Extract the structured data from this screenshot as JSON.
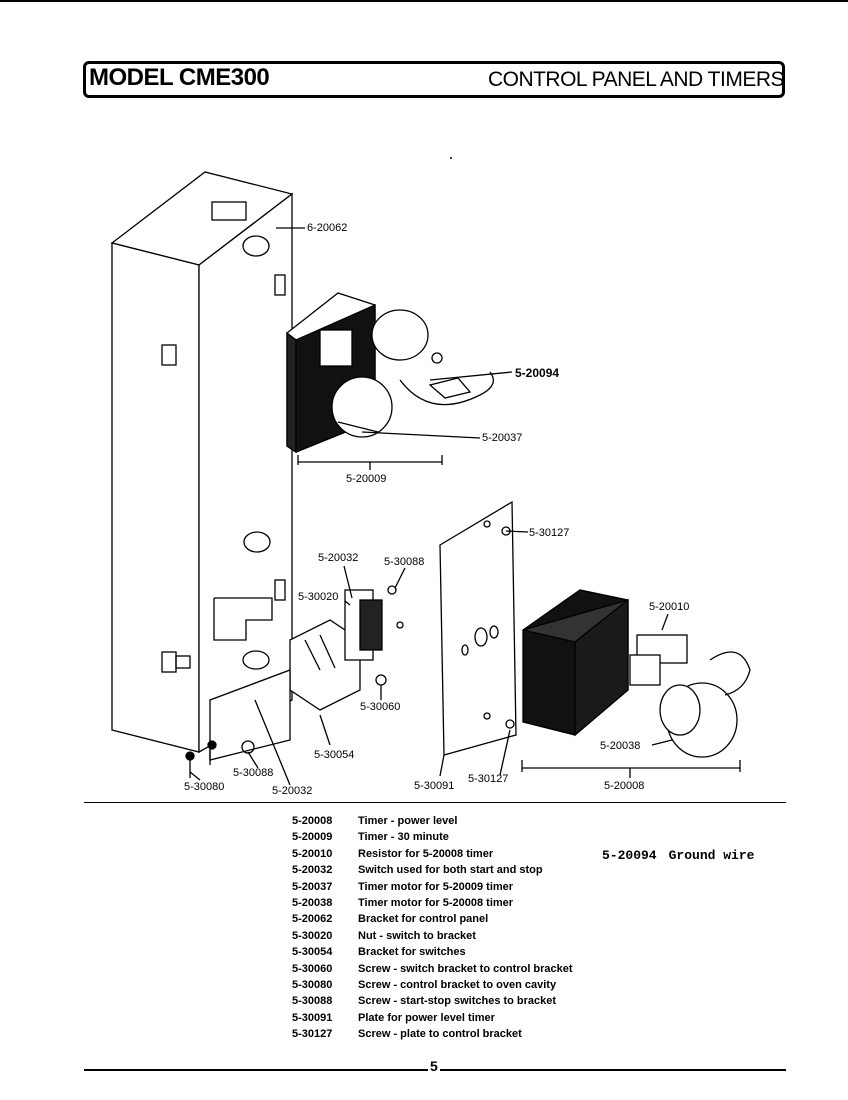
{
  "header": {
    "model": "MODEL CME300",
    "section": "CONTROL PANEL AND TIMERS"
  },
  "callouts": {
    "c_20062": "6-20062",
    "c_20094": "5-20094",
    "c_20037": "5-20037",
    "c_20009": "5-20009",
    "c_30127a": "5-30127",
    "c_20032a": "5-20032",
    "c_30088a": "5-30088",
    "c_30020": "5-30020",
    "c_20010": "5-20010",
    "c_30060": "5-30060",
    "c_30054": "5-30054",
    "c_20038": "5-20038",
    "c_30088b": "5-30088",
    "c_30080": "5-30080",
    "c_20032b": "5-20032",
    "c_30091": "5-30091",
    "c_30127b": "5-30127",
    "c_20008": "5-20008"
  },
  "parts": [
    {
      "num": "5-20008",
      "desc": "Timer - power level"
    },
    {
      "num": "5-20009",
      "desc": "Timer - 30 minute"
    },
    {
      "num": "5-20010",
      "desc": "Resistor for 5-20008 timer"
    },
    {
      "num": "5-20032",
      "desc": "Switch used for both start and stop"
    },
    {
      "num": "5-20037",
      "desc": "Timer motor for 5-20009 timer"
    },
    {
      "num": "5-20038",
      "desc": "Timer motor for 5-20008 timer"
    },
    {
      "num": "5-20062",
      "desc": "Bracket for control panel"
    },
    {
      "num": "5-30020",
      "desc": "Nut - switch to bracket"
    },
    {
      "num": "5-30054",
      "desc": "Bracket for switches"
    },
    {
      "num": "5-30060",
      "desc": "Screw - switch bracket to control bracket"
    },
    {
      "num": "5-30080",
      "desc": "Screw - control bracket to oven cavity"
    },
    {
      "num": "5-30088",
      "desc": "Screw - start-stop switches to bracket"
    },
    {
      "num": "5-30091",
      "desc": "Plate for power level timer"
    },
    {
      "num": "5-30127",
      "desc": "Screw - plate to control bracket"
    }
  ],
  "ground_note": {
    "num": "5-20094",
    "desc": "Ground wire"
  },
  "footer": {
    "page": "5"
  }
}
